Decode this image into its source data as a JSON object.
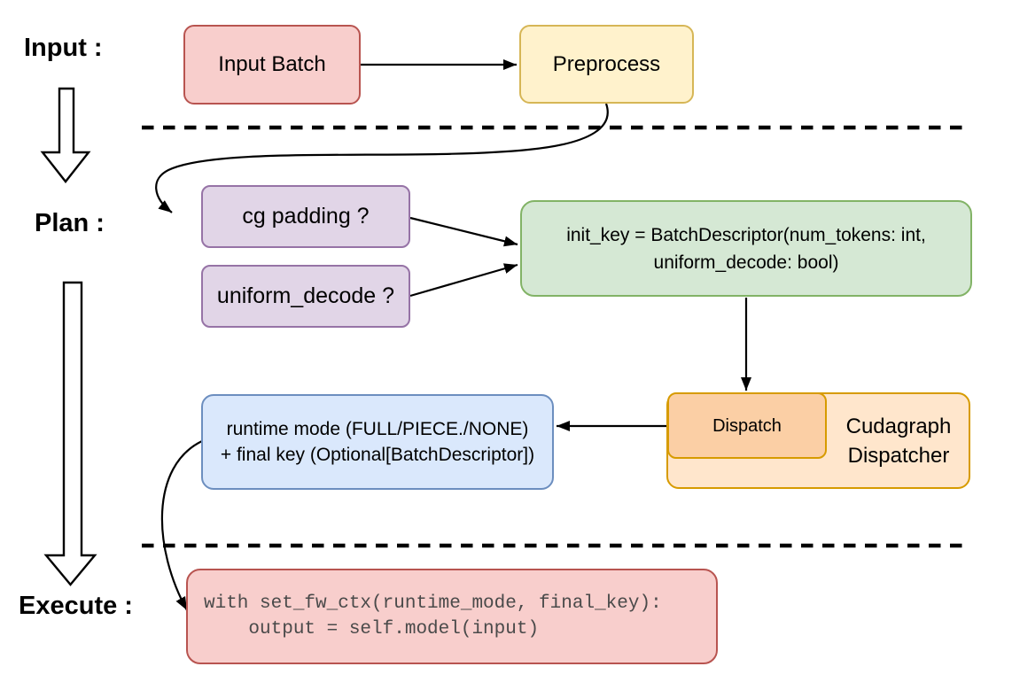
{
  "phases": {
    "input_label": "Input :",
    "plan_label": "Plan :",
    "execute_label": "Execute :"
  },
  "nodes": {
    "input_batch": {
      "label": "Input Batch",
      "fill": "#f8cecc",
      "stroke": "#b85450"
    },
    "preprocess": {
      "label": "Preprocess",
      "fill": "#fff2cc",
      "stroke": "#d6b656"
    },
    "cg_padding": {
      "label": "cg padding ?",
      "fill": "#e1d5e7",
      "stroke": "#9673a6"
    },
    "uniform_decode": {
      "label": "uniform_decode ?",
      "fill": "#e1d5e7",
      "stroke": "#9673a6"
    },
    "init_key": {
      "line1": "init_key = BatchDescriptor(num_tokens: int,",
      "line2": "uniform_decode: bool)",
      "fill": "#d5e8d4",
      "stroke": "#82b366"
    },
    "dispatch": {
      "label": "Dispatch",
      "fill": "#fbcfa5",
      "stroke": "#d79b00"
    },
    "cudagraph_dispatcher": {
      "line1": "Cudagraph",
      "line2": "Dispatcher",
      "fill": "#ffe6cc",
      "stroke": "#d79b00"
    },
    "runtime_result": {
      "line1": "runtime mode (FULL/PIECE./NONE)",
      "line2": "+ final key (Optional[BatchDescriptor])",
      "fill": "#dae8fc",
      "stroke": "#6c8ebf"
    },
    "execute_code": {
      "line1": "with set_fw_ctx(runtime_mode, final_key):",
      "line2": "    output = self.model(input)",
      "fill": "#f8cecc",
      "stroke": "#b85450"
    }
  },
  "connector_color": "#000000"
}
